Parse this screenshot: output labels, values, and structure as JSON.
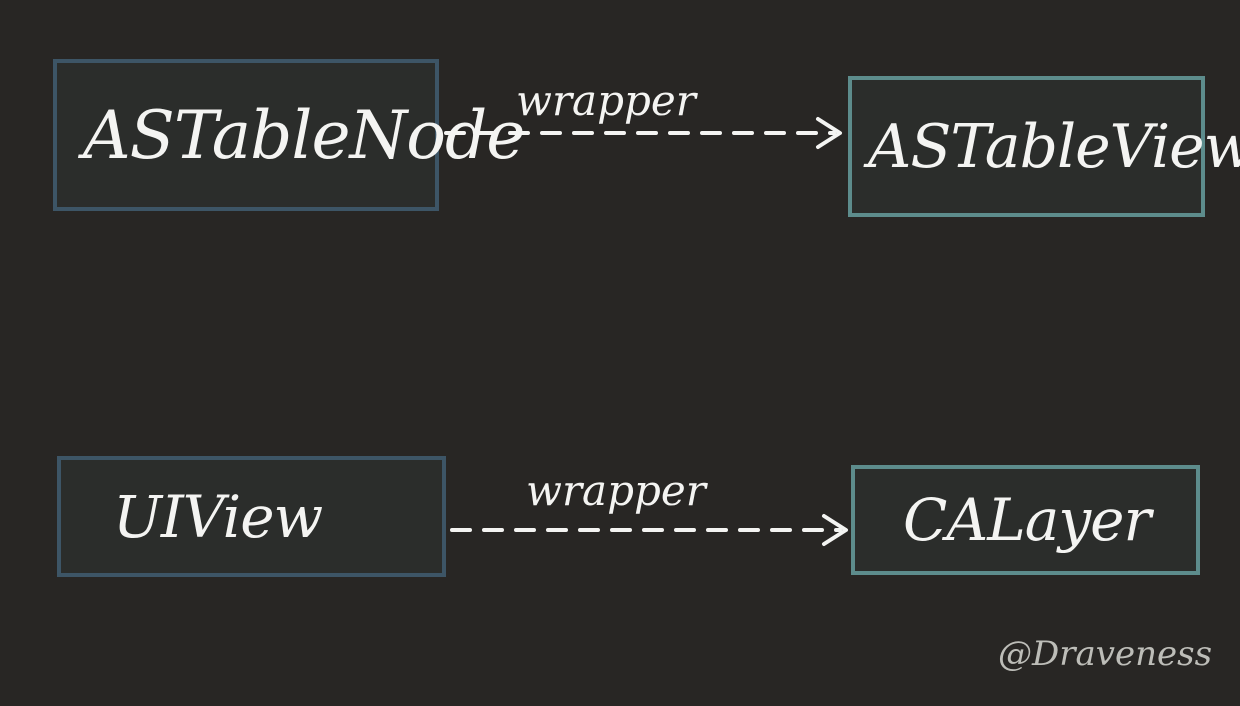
{
  "nodes": {
    "astablenode": "ASTableNode",
    "astableview": "ASTableView",
    "uiview": "UIView",
    "calayer": "CALayer"
  },
  "edges": {
    "top": "wrapper",
    "bottom": "wrapper"
  },
  "signature": "@Draveness",
  "colors": {
    "background": "#282624",
    "box_fill": "#2b2d2b",
    "box_border_left": "#3d5566",
    "box_border_right": "#5d8c8c",
    "ink": "#f4f4f2"
  }
}
